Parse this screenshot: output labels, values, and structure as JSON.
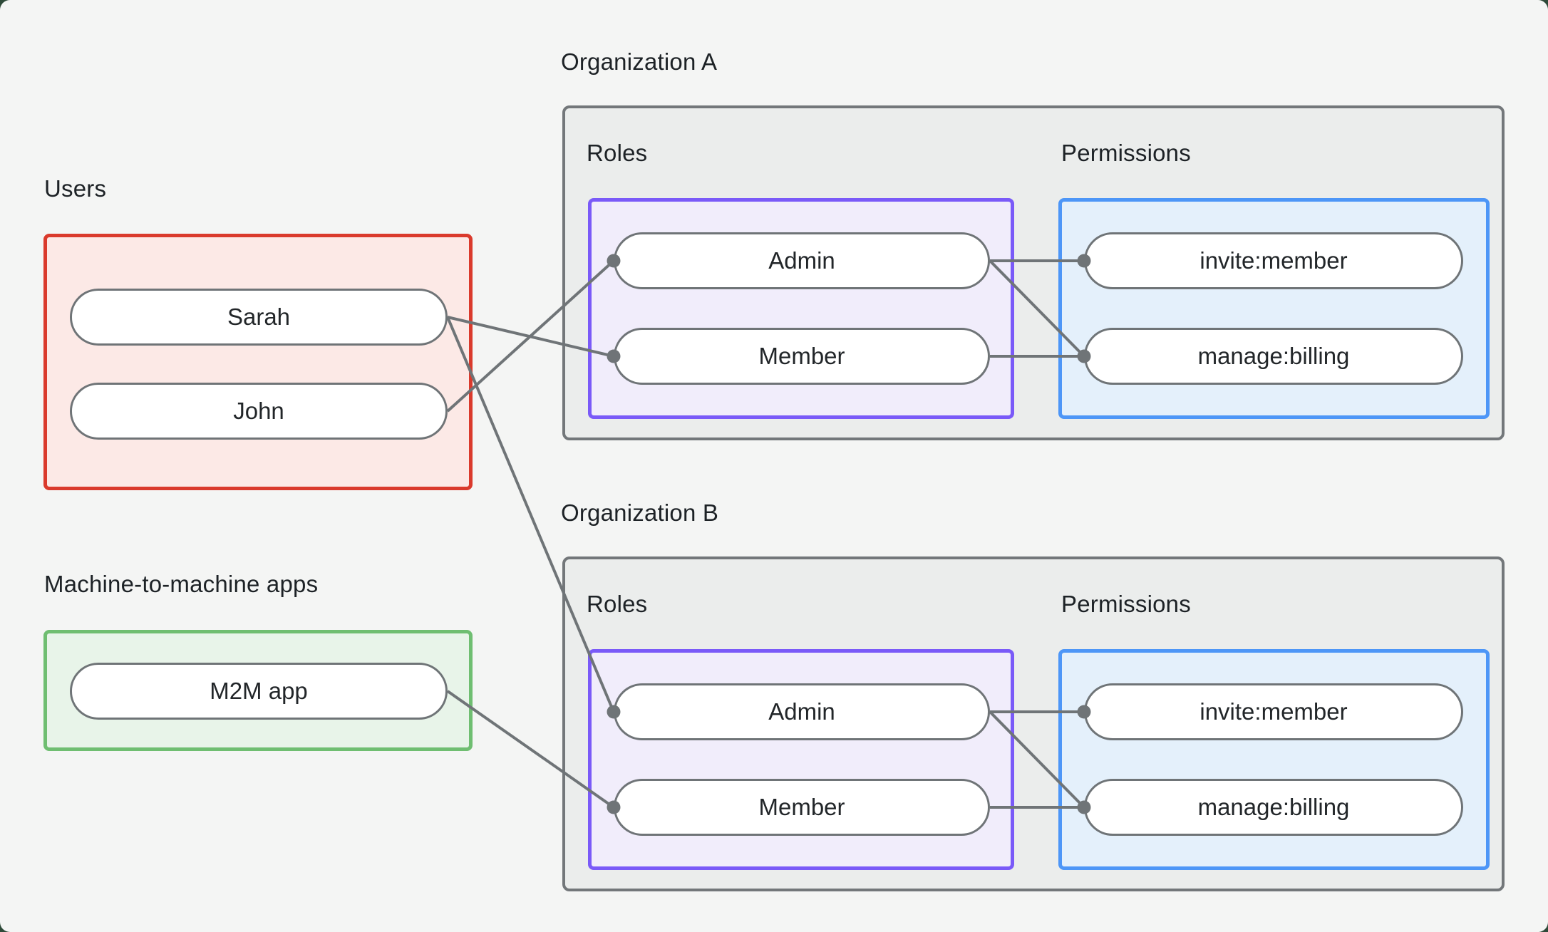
{
  "users_group": {
    "label": "Users",
    "items": [
      {
        "id": "sarah",
        "label": "Sarah"
      },
      {
        "id": "john",
        "label": "John"
      }
    ]
  },
  "m2m_group": {
    "label": "Machine-to-machine apps",
    "items": [
      {
        "id": "m2m",
        "label": "M2M app"
      }
    ]
  },
  "orgs": [
    {
      "label": "Organization A",
      "roles_label": "Roles",
      "permissions_label": "Permissions",
      "roles": [
        {
          "id": "orgA-admin",
          "label": "Admin"
        },
        {
          "id": "orgA-member",
          "label": "Member"
        }
      ],
      "permissions": [
        {
          "id": "orgA-invite",
          "label": "invite:member"
        },
        {
          "id": "orgA-manage",
          "label": "manage:billing"
        }
      ]
    },
    {
      "label": "Organization B",
      "roles_label": "Roles",
      "permissions_label": "Permissions",
      "roles": [
        {
          "id": "orgB-admin",
          "label": "Admin"
        },
        {
          "id": "orgB-member",
          "label": "Member"
        }
      ],
      "permissions": [
        {
          "id": "orgB-invite",
          "label": "invite:member"
        },
        {
          "id": "orgB-manage",
          "label": "manage:billing"
        }
      ]
    }
  ],
  "connections": [
    {
      "from": "john",
      "to": "orgA-admin"
    },
    {
      "from": "sarah",
      "to": "orgA-member"
    },
    {
      "from": "sarah",
      "to": "orgB-admin"
    },
    {
      "from": "m2m",
      "to": "orgB-member"
    },
    {
      "from": "orgA-admin",
      "to": "orgA-invite"
    },
    {
      "from": "orgA-admin",
      "to": "orgA-manage"
    },
    {
      "from": "orgA-member",
      "to": "orgA-manage"
    },
    {
      "from": "orgB-admin",
      "to": "orgB-invite"
    },
    {
      "from": "orgB-admin",
      "to": "orgB-manage"
    },
    {
      "from": "orgB-member",
      "to": "orgB-manage"
    }
  ],
  "colors": {
    "connector": "#6F7477",
    "users_border": "#DA3A2C",
    "m2m_border": "#6FBE71",
    "roles_border": "#7A5AF8",
    "permissions_border": "#4D96F7",
    "org_border": "#73777A",
    "canvas_bg": "#F4F5F4"
  }
}
